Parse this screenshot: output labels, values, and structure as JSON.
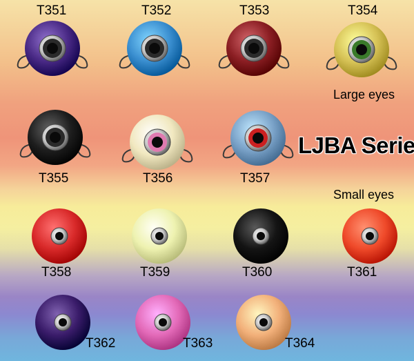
{
  "series_title": "LJBA Series",
  "labels": {
    "large_eyes": "Large eyes",
    "small_eyes": "Small eyes"
  },
  "lures": [
    {
      "code": "T351",
      "color": "#4a2a86",
      "eye_size": "large",
      "eye_color": "#2a2a2a"
    },
    {
      "code": "T352",
      "color": "#3b8fd0",
      "eye_size": "large",
      "eye_color": "#2a2a2a"
    },
    {
      "code": "T353",
      "color": "#8c1f24",
      "eye_size": "large",
      "eye_color": "#2a2a2a"
    },
    {
      "code": "T354",
      "color": "#d6c256",
      "eye_size": "large",
      "eye_color": "#3a7a2a"
    },
    {
      "code": "T355",
      "color": "#1e1e1e",
      "eye_size": "large",
      "eye_color": "#2a2a2a"
    },
    {
      "code": "T356",
      "color": "#f1e8c0",
      "eye_size": "large",
      "eye_color": "#e07ab0"
    },
    {
      "code": "T357",
      "color": "#7aa2c8",
      "eye_size": "large",
      "eye_color": "#cc2020"
    },
    {
      "code": "T358",
      "color": "#d92a2a",
      "eye_size": "small",
      "eye_color": "#2a2a2a"
    },
    {
      "code": "T359",
      "color": "#eef2b0",
      "eye_size": "small",
      "eye_color": "#2a2a2a"
    },
    {
      "code": "T360",
      "color": "#141414",
      "eye_size": "small",
      "eye_color": "#2a2a2a"
    },
    {
      "code": "T361",
      "color": "#ef4a2a",
      "eye_size": "small",
      "eye_color": "#2a2a2a"
    },
    {
      "code": "T362",
      "color": "#3a1c6a",
      "eye_size": "small",
      "eye_color": "#2a2a2a"
    },
    {
      "code": "T363",
      "color": "#e36ab8",
      "eye_size": "small",
      "eye_color": "#2a2a2a"
    },
    {
      "code": "T364",
      "color": "#f2b07a",
      "eye_size": "small",
      "eye_color": "#2a2a2a"
    }
  ]
}
